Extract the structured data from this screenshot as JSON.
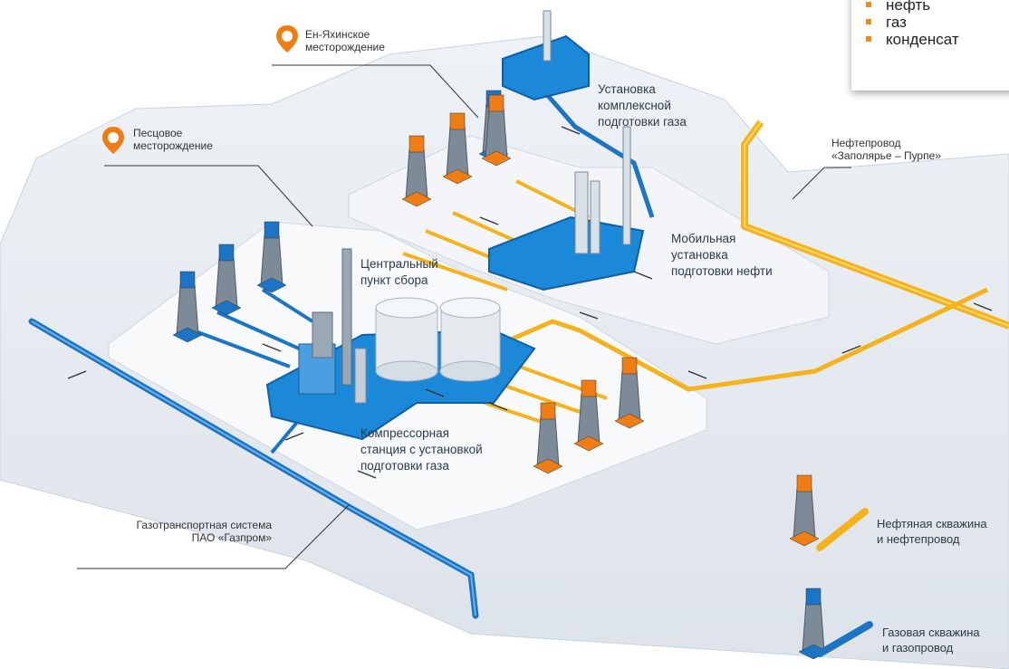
{
  "colors": {
    "oil": "#f6b21c",
    "gas": "#1c74c4",
    "platform": "#ffffff",
    "ground": "#e6ebf0",
    "accent_orange": "#ef7d14"
  },
  "labels": {
    "en_yakhinskoe": [
      "Ен-Яхинское",
      "месторождение"
    ],
    "pestsovoe": [
      "Песцовое",
      "месторождение"
    ],
    "oil_pipeline": [
      "Нефтепровод",
      "«Заполярье – Пурпе»"
    ],
    "gazprom": [
      "Газотранспортная система",
      "ПАО «Газпром»"
    ]
  },
  "facilities": {
    "ukpg": [
      "Установка",
      "комплексной",
      "подготовки газа"
    ],
    "mobile_oil": [
      "Мобильная",
      "установка",
      "подготовки нефти"
    ],
    "csp": [
      "Центральный",
      "пункт сбора"
    ],
    "compressor": [
      "Компрессорная",
      "станция с установкой",
      "подготовки газа"
    ]
  },
  "legend": {
    "oil_well": [
      "Нефтяная скважина",
      "и нефтепровод"
    ],
    "gas_well": [
      "Газовая скважина",
      "и газопровод"
    ]
  },
  "box_items": [
    "нефть",
    "газ",
    "конденсат"
  ]
}
